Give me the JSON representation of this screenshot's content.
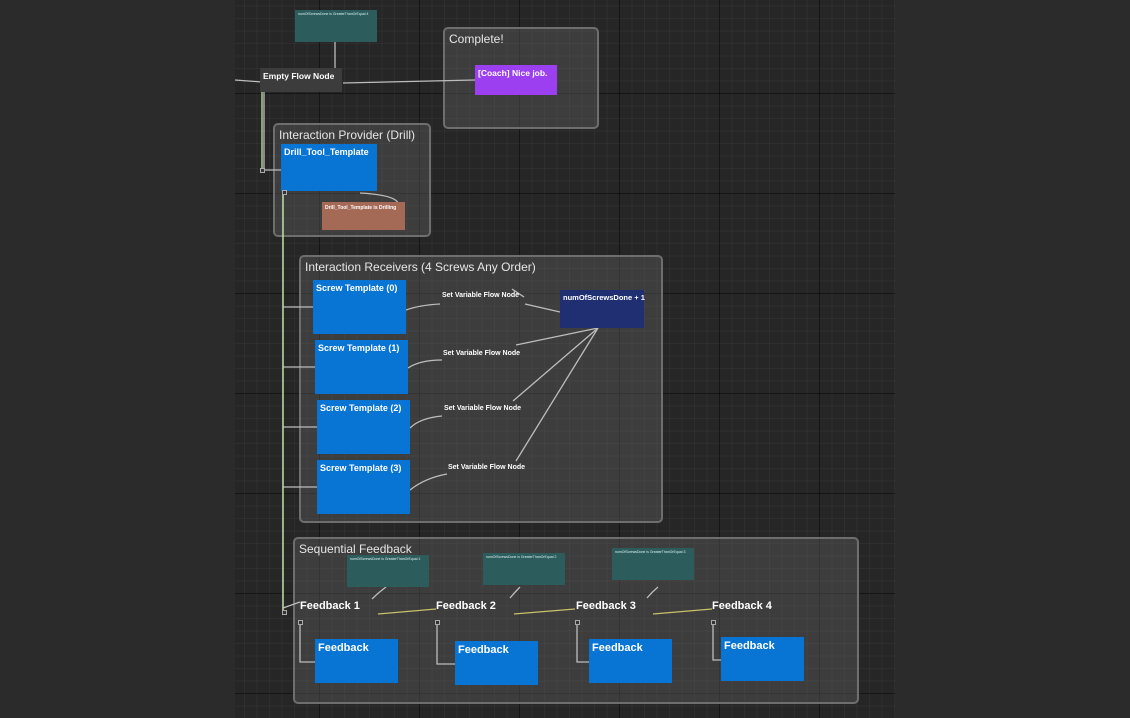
{
  "groups": {
    "complete": "Complete!",
    "interaction_provider": "Interaction Provider (Drill)",
    "interaction_receivers": "Interaction Receivers (4 Screws Any Order)",
    "sequential_feedback": "Sequential Feedback"
  },
  "nodes": {
    "top_condition": "numOfScrewsDone is GreaterThanOrEqual 4",
    "empty_flow": "Empty Flow Node",
    "coach": "[Coach] Nice job.",
    "drill_template": "Drill_Tool_Template",
    "drill_condition": "Drill_Tool_Template is Drilling",
    "screws": [
      "Screw Template (0)",
      "Screw Template (1)",
      "Screw Template (2)",
      "Screw Template (3)"
    ],
    "set_variable": "Set Variable Flow Node",
    "num_screws": "numOfScrewsDone + 1",
    "feedback_conditions": [
      "numOfScrewsDone is GreaterThanOrEqual 1",
      "numOfScrewsDone is GreaterThanOrEqual 2",
      "numOfScrewsDone is GreaterThanOrEqual 3"
    ],
    "feedback_labels": [
      "Feedback 1",
      "Feedback 2",
      "Feedback 3",
      "Feedback 4"
    ],
    "feedback_box": "Feedback"
  },
  "colors": {
    "blue_node": "#0874d4",
    "teal_node": "#2d5c5c",
    "purple_node": "#9b3ff0",
    "navy_node": "#1f2f72",
    "brown_node": "#a46a56"
  }
}
